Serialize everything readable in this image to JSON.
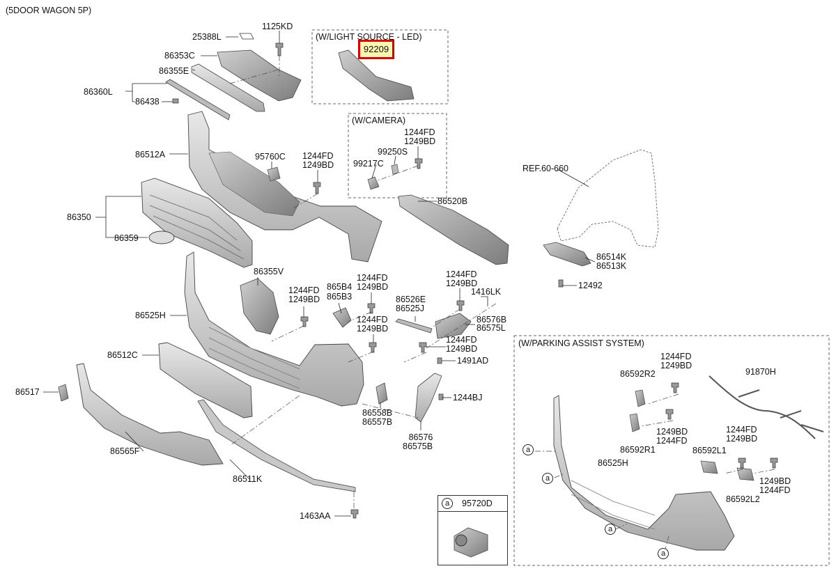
{
  "diagram": {
    "header": "(5DOOR WAGON 5P)",
    "highlighted_part": "92209",
    "groups": {
      "light_source": "(W/LIGHT SOURCE - LED)",
      "camera": "(W/CAMERA)",
      "parking_assist": "(W/PARKING ASSIST SYSTEM)"
    },
    "reference": "REF.60-660",
    "callout_marker": "a",
    "legend": {
      "marker": "a",
      "part": "95720D"
    },
    "labels": {
      "p25388L": "25388L",
      "p1125KD": "1125KD",
      "p86353C": "86353C",
      "p86355E": "86355E",
      "p86360L": "86360L",
      "p86438": "86438",
      "p86512A": "86512A",
      "p95760C": "95760C",
      "p1244FD_a": "1244FD",
      "p1249BD_a": "1249BD",
      "p99217C": "99217C",
      "p99250S": "99250S",
      "p1244FD_b": "1244FD",
      "p1249BD_b": "1249BD",
      "p86520B": "86520B",
      "p86350": "86350",
      "p86359": "86359",
      "p86514K": "86514K",
      "p86513K": "86513K",
      "p12492": "12492",
      "p86355V": "86355V",
      "p1244FD_c": "1244FD",
      "p1249BD_c": "1249BD",
      "p865B4": "865B4",
      "p865B3": "865B3",
      "p1244FD_d": "1244FD",
      "p1249BD_d": "1249BD",
      "p86526E": "86526E",
      "p86525J": "86525J",
      "p1244FD_e": "1244FD",
      "p1249BD_e": "1249BD",
      "p1416LK": "1416LK",
      "p86525H": "86525H",
      "p86576B": "86576B",
      "p86575L": "86575L",
      "p1244FD_f": "1244FD",
      "p1249BD_f": "1249BD",
      "p1244FD_g": "1244FD",
      "p1249BD_g": "1249BD",
      "p1491AD": "1491AD",
      "p86512C": "86512C",
      "p86517": "86517",
      "p1244BJ": "1244BJ",
      "p86558B": "86558B",
      "p86557B": "86557B",
      "p86565F": "86565F",
      "p86576": "86576",
      "p86575B": "86575B",
      "p86511K": "86511K",
      "p1463AA": "1463AA",
      "p86592R2": "86592R2",
      "p1244FD_h": "1244FD",
      "p1249BD_h": "1249BD",
      "p91870H": "91870H",
      "p1249BD_i": "1249BD",
      "p1244FD_i": "1244FD",
      "p86592R1": "86592R1",
      "p1244FD_j": "1244FD",
      "p1249BD_j": "1249BD",
      "p86592L1": "86592L1",
      "p86525H_b": "86525H",
      "p1249BD_k": "1249BD",
      "p1244FD_k": "1244FD",
      "p86592L2": "86592L2"
    }
  }
}
